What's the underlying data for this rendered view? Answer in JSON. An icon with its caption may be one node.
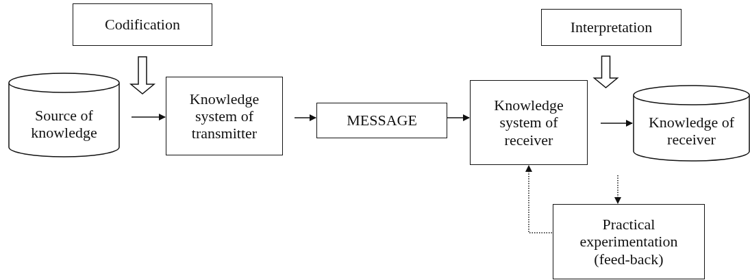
{
  "diagram": {
    "nodes": [
      {
        "text": [
          "Codification"
        ]
      },
      {
        "text": [
          "Source of knowledge"
        ]
      },
      {
        "text": [
          "Knowledge system of transmitter"
        ]
      },
      {
        "text": [
          "MESSAGE"
        ]
      },
      {
        "text": [
          "Knowledge system of receiver"
        ]
      },
      {
        "text": [
          "Interpretation"
        ]
      },
      {
        "text": [
          "Knowledge of receiver"
        ]
      },
      {
        "text": [
          "Practical experimentation (feed-back)"
        ]
      }
    ],
    "edges": [
      {
        "from": 0,
        "to": null,
        "arrow": "to",
        "style": "thick"
      },
      {
        "from": 1,
        "to": 2,
        "arrow": "to"
      },
      {
        "from": 2,
        "to": 3,
        "arrow": "to"
      },
      {
        "from": 3,
        "to": 4,
        "arrow": "to"
      },
      {
        "from": 5,
        "to": null,
        "arrow": "to",
        "style": "thick"
      },
      {
        "from": 4,
        "to": 6,
        "arrow": "to"
      },
      {
        "from": 6,
        "to": 7,
        "arrow": "to",
        "style": "dashed"
      },
      {
        "from": 7,
        "to": 4,
        "arrow": "to",
        "style": "dashed"
      }
    ]
  }
}
